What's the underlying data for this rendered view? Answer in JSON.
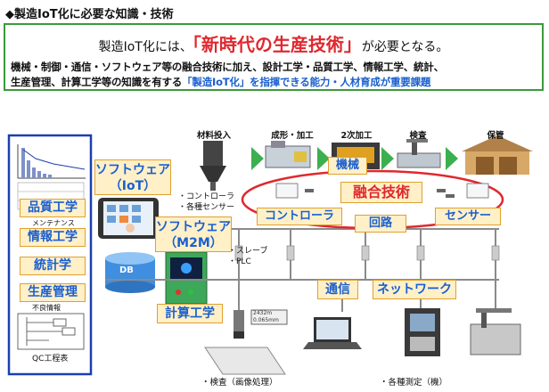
{
  "heading": "◆製造IoT化に必要な知識・技術",
  "banner": {
    "line1_pre": "製造IoT化には、",
    "line1_highlight": "「新時代の生産技術」",
    "line1_post": "が必要となる。",
    "line2": "機械・制御・通信・ソフトウェア等の融合技術に加え、設計工学・品質工学、情報工学、統計、",
    "line3_pre": "生産管理、計算工学等の知識を有する",
    "line3_highlight": "「製造IoT化」を指揮できる能力・人材育成が重要課題"
  },
  "left_panel": {
    "skills": [
      "品質工学",
      "情報工学",
      "統計学",
      "生産管理"
    ],
    "maintenance": "メンテナンス",
    "defect": "不良情報",
    "qc": "QC工程表"
  },
  "software_iot": [
    "ソフトウェア",
    "（IoT）"
  ],
  "software_m2m": [
    "ソフトウェア",
    "（M2M）"
  ],
  "db_label": "DB",
  "controller_notes": [
    "・コントローラ",
    "・各種センサー"
  ],
  "slave_notes": [
    "・スレーブ",
    "・PLC"
  ],
  "computational": "計算工学",
  "processes": [
    "材料投入",
    "成形・加工",
    "2次加工",
    "検査",
    "保管"
  ],
  "machine": "機械",
  "fusion": "融合技術",
  "fusion_items": [
    "コントローラ",
    "回路",
    "センサー"
  ],
  "comm": "通信",
  "network": "ネットワーク",
  "measure_value": "2432m",
  "measure_sub": "0.065mm",
  "bottom_left": "・検査（画像処理）",
  "bottom_right": "・各種測定（機）",
  "colors": {
    "accent_red": "#e0282e",
    "accent_blue": "#1a5fcf",
    "banner_border": "#3a9a3a",
    "label_fill": "#fff0c8"
  }
}
